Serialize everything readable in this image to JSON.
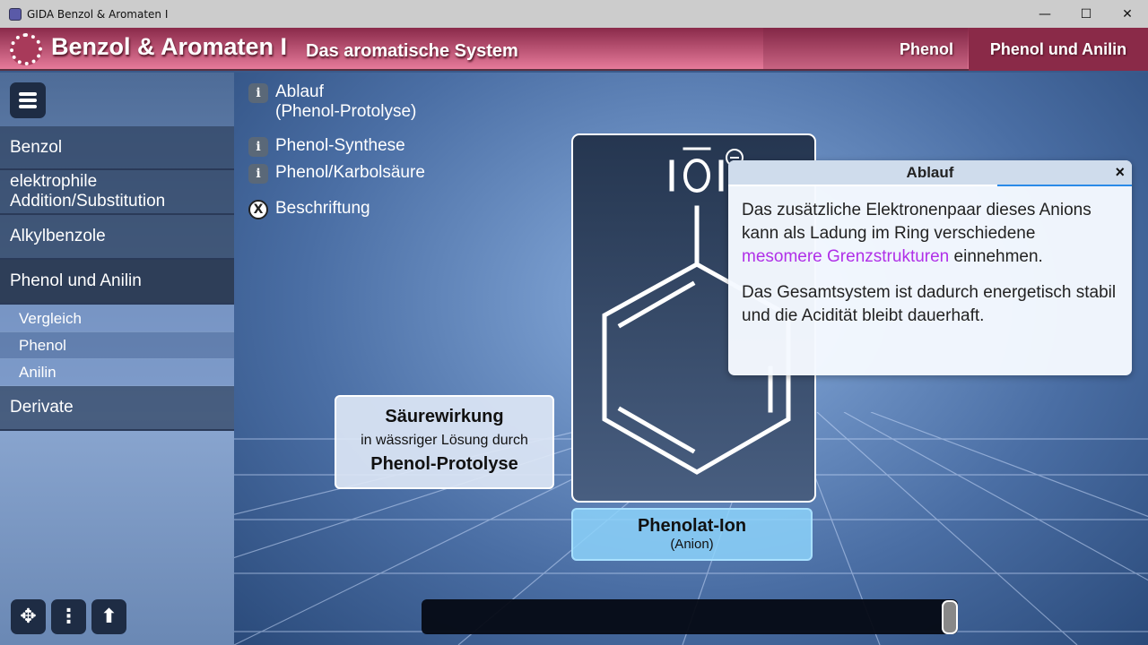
{
  "window": {
    "title": "GIDA Benzol & Aromaten I",
    "minimize": "—",
    "maximize": "☐",
    "close": "✕"
  },
  "header": {
    "logo": "GIDA",
    "title": "Benzol & Aromaten I",
    "subtitle": "Das aromatische System",
    "nav": [
      "Phenol",
      "Phenol und Anilin"
    ]
  },
  "sidebar": {
    "items": [
      "Benzol",
      "elektrophile Addition/Substitution",
      "Alkylbenzole",
      "Phenol und Anilin",
      "Derivate"
    ],
    "subitems": [
      "Vergleich",
      "Phenol",
      "Anilin"
    ]
  },
  "info_links": [
    {
      "icon": "i",
      "label": "Ablauf",
      "sub": "(Phenol-Protolyse)"
    },
    {
      "icon": "i",
      "label": "Phenol-Synthese"
    },
    {
      "icon": "i",
      "label": "Phenol/Karbolsäure"
    },
    {
      "icon": "X",
      "label": "Beschriftung"
    }
  ],
  "acid_box": {
    "line1": "Säurewirkung",
    "line2": "in wässriger Lösung durch",
    "line3": "Phenol-Protolyse"
  },
  "molecule": {
    "oxygen": "O",
    "charge": "−"
  },
  "phenolat": {
    "title": "Phenolat-Ion",
    "sub": "(Anion)"
  },
  "popup": {
    "title": "Ablauf",
    "close": "×",
    "p1_before": "Das zusätzliche Elektronenpaar dieses Anions kann als Ladung im Ring verschiedene ",
    "p1_link": "mesomere Grenzstrukturen",
    "p1_after": " einnehmen.",
    "p2": "Das Gesamtsystem ist dadurch energetisch stabil und die Acidität bleibt dauerhaft."
  },
  "timeline": {
    "progress": 1.0
  },
  "toolbar": {
    "move": "✥",
    "more": "⋮",
    "up": "⬆"
  }
}
